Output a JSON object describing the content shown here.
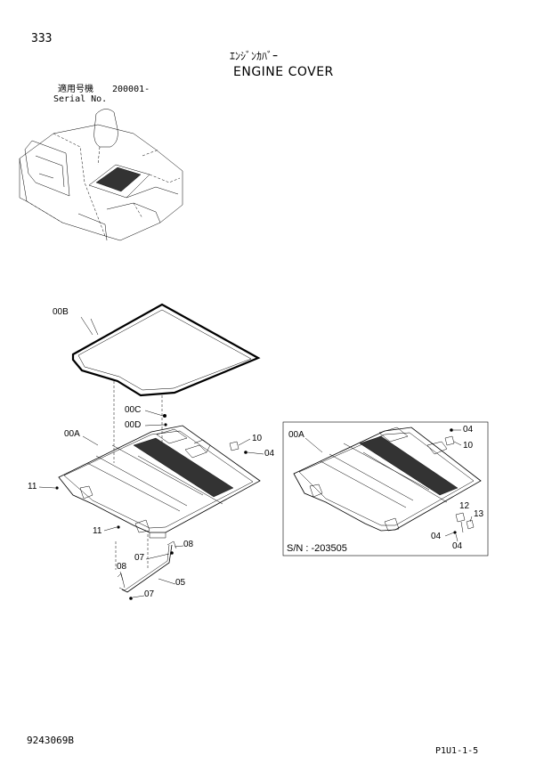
{
  "header": {
    "page_number": "333",
    "title_jp": "ｴﾝｼﾞﾝｶﾊﾞｰ",
    "title_en": "ENGINE COVER",
    "serial_label_jp": "適用号機",
    "serial_range": "200001-",
    "serial_label_en": "Serial No."
  },
  "callouts": {
    "gasket": "00B",
    "cover_main": "00A",
    "c00c": "00C",
    "c00d": "00D",
    "c10": "10",
    "c04a": "04",
    "c11a": "11",
    "c11b": "11",
    "c08a": "08",
    "c07a": "07",
    "c08b": "08",
    "c05": "05",
    "c07b": "07"
  },
  "inset": {
    "cover": "00A",
    "c04top": "04",
    "c10": "10",
    "c12": "12",
    "c13": "13",
    "c04mid": "04",
    "c04bot": "04",
    "serial_note": "S/N : -203505"
  },
  "footer": {
    "doc_number": "9243069B",
    "page_ref": "P1U1-1-5"
  },
  "colors": {
    "line": "#000000",
    "background": "#ffffff"
  }
}
